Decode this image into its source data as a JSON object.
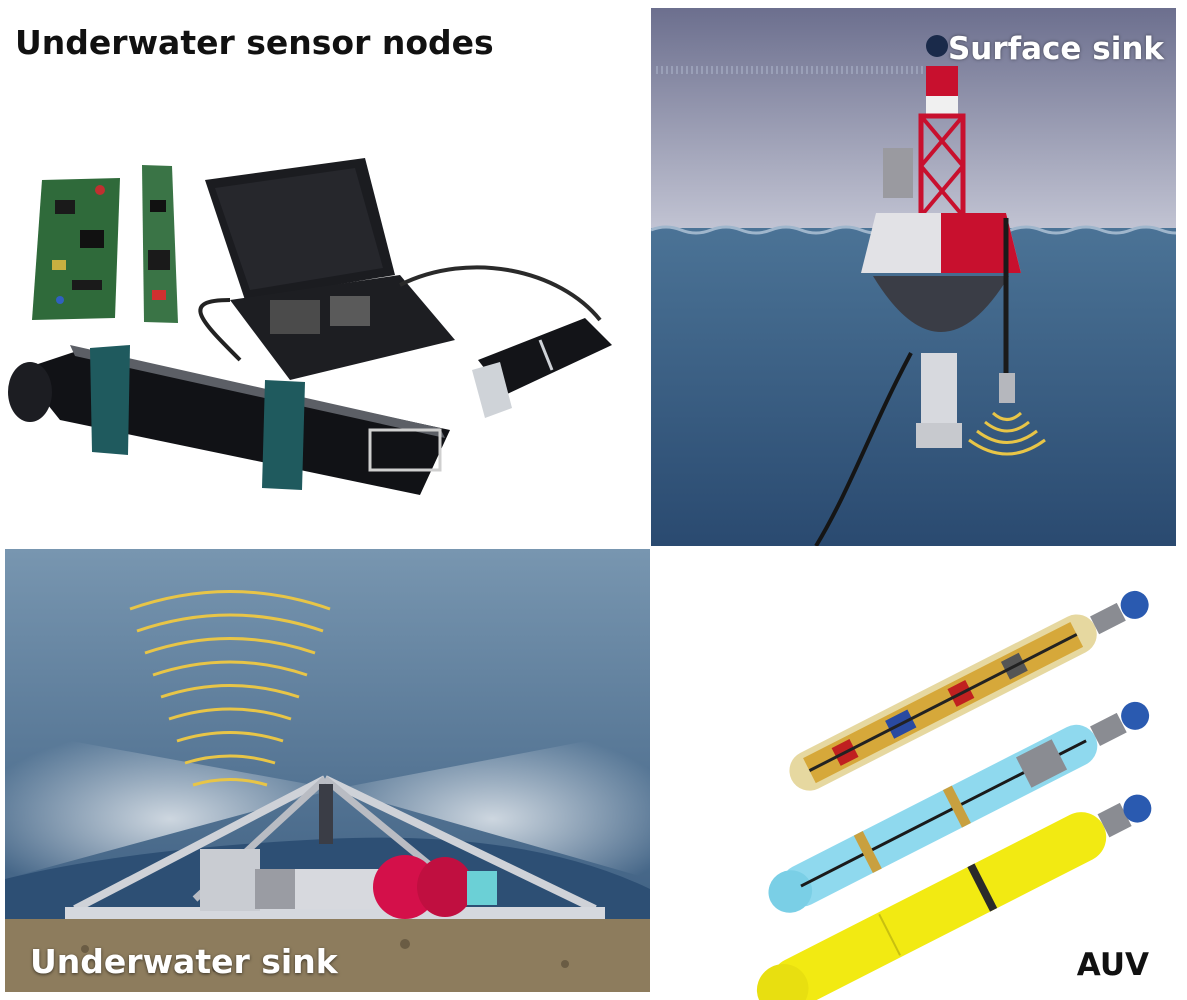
{
  "panels": {
    "sensor_nodes": {
      "label": "Underwater sensor nodes"
    },
    "surface_sink": {
      "label": "Surface sink"
    },
    "underwater_sink": {
      "label": "Underwater sink"
    },
    "auv": {
      "label": "AUV"
    }
  },
  "colors": {
    "sky": "#6e7392",
    "sea": "#3f6688",
    "sea_deep": "#2b4a6e",
    "buoy_red": "#c8102e",
    "signal_yellow": "#e8c547",
    "seabed": "#8a7a5c",
    "auv_yellow": "#f2ea12",
    "auv_cyan": "#8fd9ee"
  }
}
